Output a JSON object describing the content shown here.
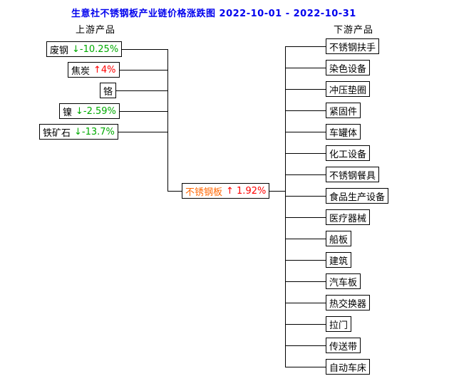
{
  "title": "生意社不锈钢板产业链价格涨跌图  2022-10-01 - 2022-10-31",
  "headers": {
    "upstream": "上游产品",
    "downstream": "下游产品"
  },
  "upstream": [
    {
      "name": "废钢",
      "change": "↓-10.25%",
      "direction": "down"
    },
    {
      "name": "焦炭",
      "change": "↑4%",
      "direction": "up"
    },
    {
      "name": "铬",
      "change": "",
      "direction": "flat"
    },
    {
      "name": "镍",
      "change": "↓-2.59%",
      "direction": "down"
    },
    {
      "name": "铁矿石",
      "change": "↓-13.7%",
      "direction": "down"
    }
  ],
  "center": {
    "name": "不锈钢板",
    "change": "↑ 1.92%",
    "direction": "up"
  },
  "downstream": [
    "不锈钢扶手",
    "染色设备",
    "冲压垫圈",
    "紧固件",
    "车罐体",
    "化工设备",
    "不锈钢餐具",
    "食品生产设备",
    "医疗器械",
    "船板",
    "建筑",
    "汽车板",
    "热交换器",
    "拉门",
    "传送带",
    "自动车床"
  ],
  "colors": {
    "title": "#0000ee",
    "up": "#ff0000",
    "down": "#00aa00",
    "center_name": "#ff6600",
    "line": "#000000",
    "border": "#000000"
  }
}
